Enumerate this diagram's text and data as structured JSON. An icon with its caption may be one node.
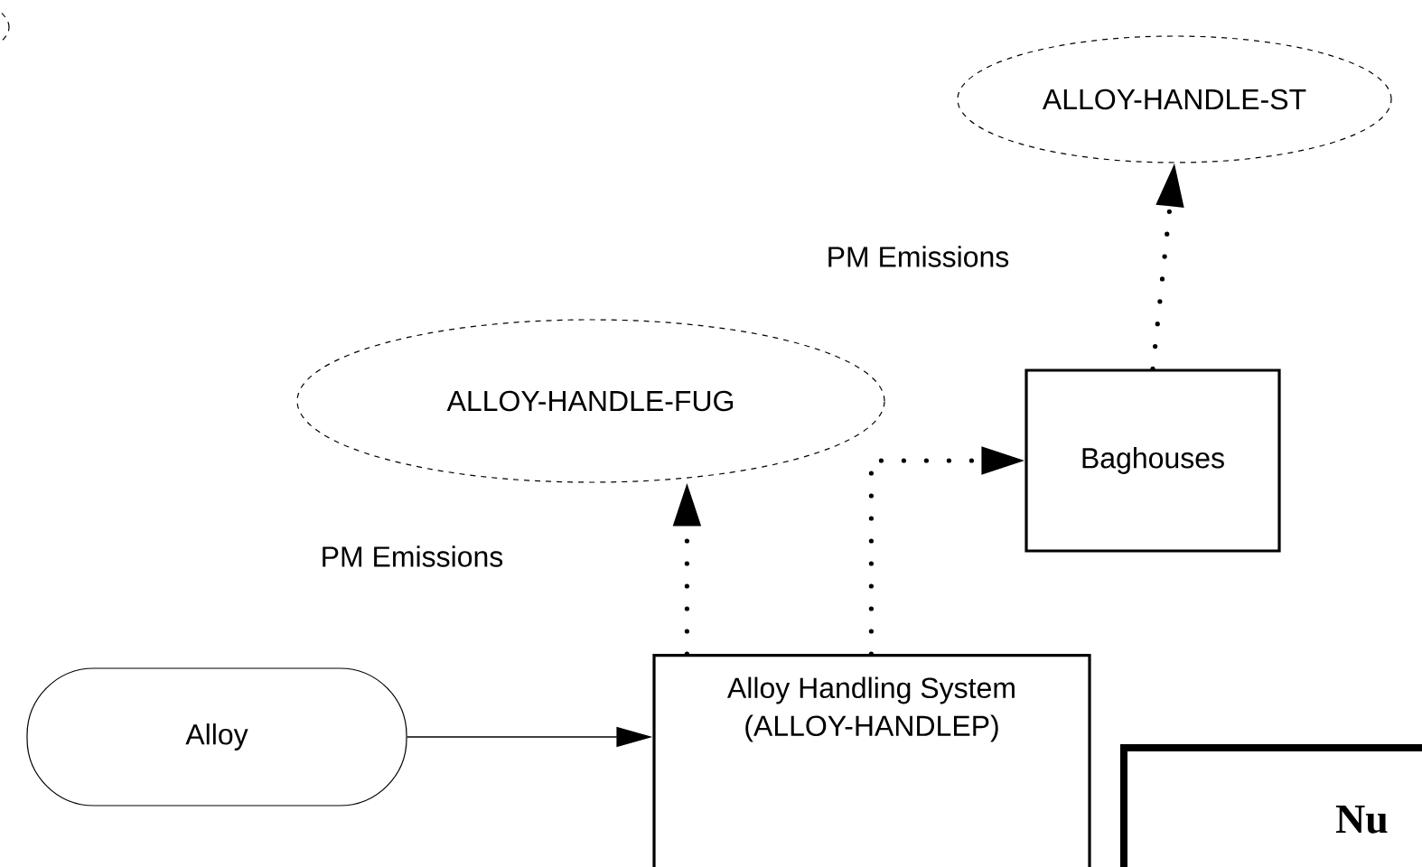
{
  "diagram": {
    "nodes": [
      {
        "text": [],
        "shape": "ellipse"
      },
      {
        "text": [
          "ALLOY-HANDLE-ST"
        ]
      },
      {
        "text": [
          "ALLOY-HANDLE-FUG"
        ]
      },
      {
        "text": [
          "Baghouses"
        ]
      },
      {
        "text": [
          "Alloy"
        ]
      },
      {
        "text": [
          "Alloy Handling System",
          "(ALLOY-HANDLEP)"
        ]
      },
      {
        "text": [
          "Nu"
        ]
      }
    ],
    "edges": [
      {
        "from": 4,
        "to": 5,
        "arrow": "to"
      },
      {
        "from": 5,
        "to": 2,
        "arrow": "to",
        "style": "dashed"
      },
      {
        "from": 5,
        "to": 3,
        "arrow": "to",
        "style": "dashed"
      },
      {
        "from": 3,
        "to": 1,
        "arrow": "to",
        "style": "dashed"
      }
    ],
    "labels": [
      "PM Emissions",
      "PM Emissions"
    ]
  }
}
